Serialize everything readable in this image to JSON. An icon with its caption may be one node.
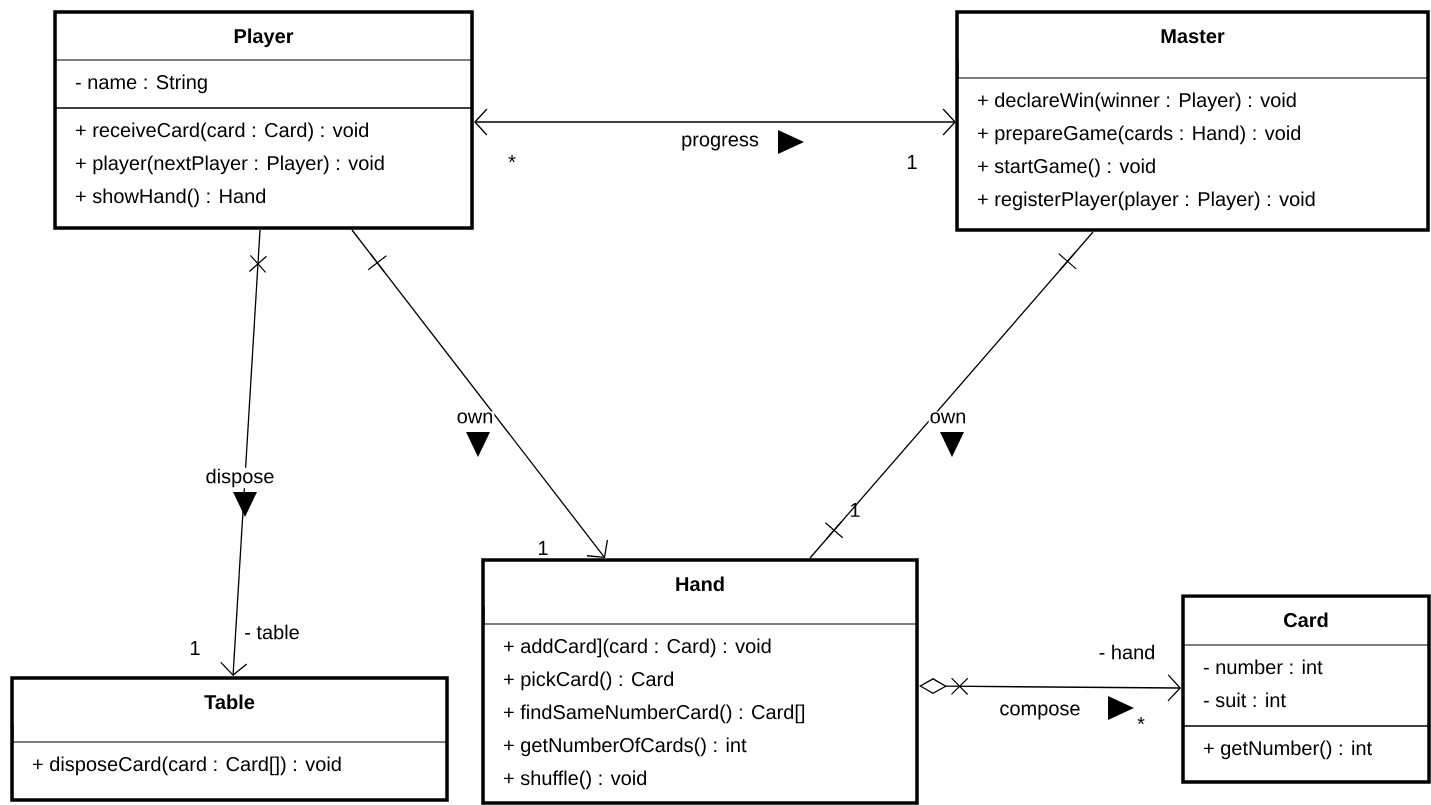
{
  "diagram": {
    "nodes": [
      {
        "text": [
          "Player"
        ]
      },
      {
        "text": [
          "- name : String"
        ],
        "in": 0
      },
      {
        "text": [
          "+ receiveCard(card : Card) : void",
          "+ player(nextPlayer : Player) : void",
          "+ showHand() : Hand"
        ],
        "in": 0
      },
      {
        "text": [
          "Master"
        ]
      },
      {
        "text": [],
        "shape": "box",
        "in": 3
      },
      {
        "text": [
          "+ declareWin(winner : Player) : void",
          "+ prepareGame(cards : Hand) : void",
          "+ startGame() : void",
          "+ registerPlayer(player : Player) : void"
        ],
        "in": 3
      },
      {
        "text": [
          "Hand"
        ]
      },
      {
        "text": [],
        "shape": "box",
        "in": 6
      },
      {
        "text": [
          "+ addCard](card : Card) : void",
          "+ pickCard() : Card",
          "+ findSameNumberCard() : Card[]",
          "+ getNumberOfCards() : int",
          "+ shuffle() : void"
        ],
        "in": 6
      },
      {
        "text": [
          "Card"
        ]
      },
      {
        "text": [
          "- number : int",
          "- suit : int"
        ],
        "in": 9
      },
      {
        "text": [
          "+ getNumber() : int"
        ],
        "in": 9
      },
      {
        "text": [
          "Table"
        ]
      },
      {
        "text": [],
        "shape": "box",
        "in": 12
      },
      {
        "text": [
          "+ disposeCard(card : Card[]) : void"
        ],
        "in": 12
      }
    ],
    "edges": [
      {
        "from": 0,
        "to": 3,
        "arrow": "both",
        "label": "progress"
      },
      {
        "from": 0,
        "to": 12,
        "arrow": "to",
        "label": "dispose"
      },
      {
        "from": 0,
        "to": 6,
        "arrow": "to",
        "label": "own"
      },
      {
        "from": 3,
        "to": 6,
        "arrow": "none",
        "label": "own"
      },
      {
        "from": 6,
        "to": 9,
        "arrow": "to",
        "label": "compose"
      }
    ],
    "labels": [
      "*",
      "1",
      "1",
      "1",
      "- table",
      "1",
      "- hand",
      "*"
    ]
  }
}
